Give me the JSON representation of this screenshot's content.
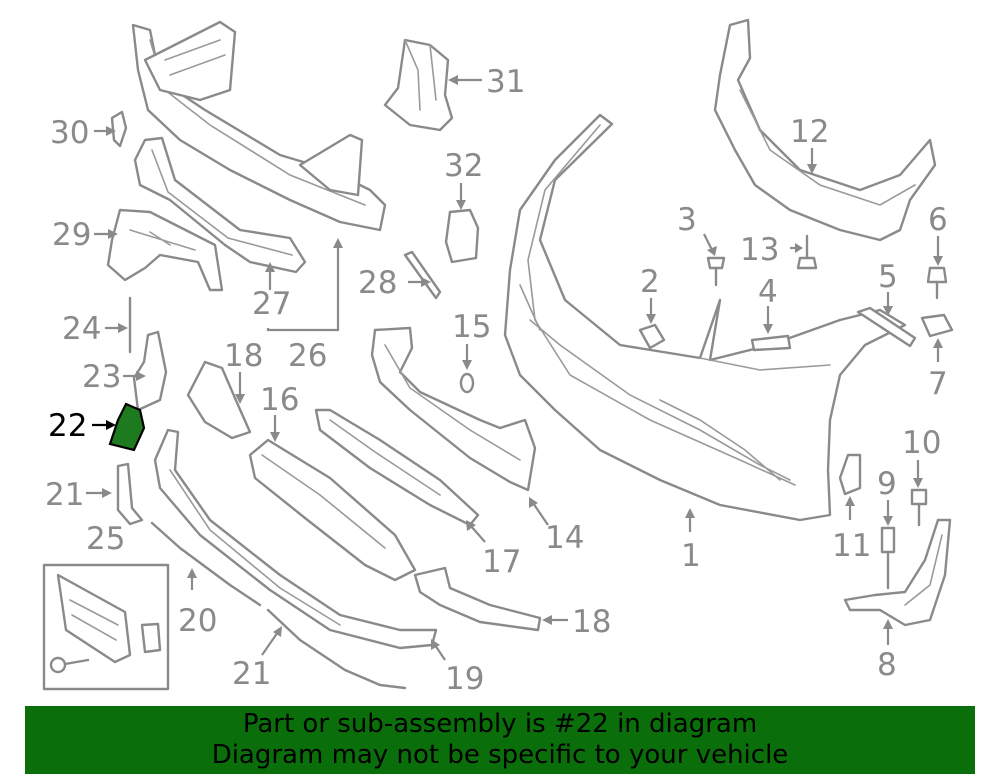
{
  "callouts": {
    "c1": "1",
    "c2": "2",
    "c3": "3",
    "c4": "4",
    "c5": "5",
    "c6": "6",
    "c7": "7",
    "c8": "8",
    "c9": "9",
    "c10": "10",
    "c11": "11",
    "c12": "12",
    "c13": "13",
    "c14": "14",
    "c15": "15",
    "c16": "16",
    "c17": "17",
    "c18a": "18",
    "c18b": "18",
    "c19": "19",
    "c20": "20",
    "c21a": "21",
    "c21b": "21",
    "c22": "22",
    "c23": "23",
    "c24": "24",
    "c25": "25",
    "c26": "26",
    "c27": "27",
    "c28": "28",
    "c29": "29",
    "c30": "30",
    "c31": "31",
    "c32": "32"
  },
  "highlighted_part": "22",
  "colors": {
    "banner_bg": "#0a6e0a",
    "part_highlight": "#1e7a1e",
    "line_gray": "#8a8a8a"
  },
  "banner": {
    "line1": "Part or sub-assembly is #22 in diagram",
    "line2": "Diagram may not be specific to your vehicle"
  }
}
